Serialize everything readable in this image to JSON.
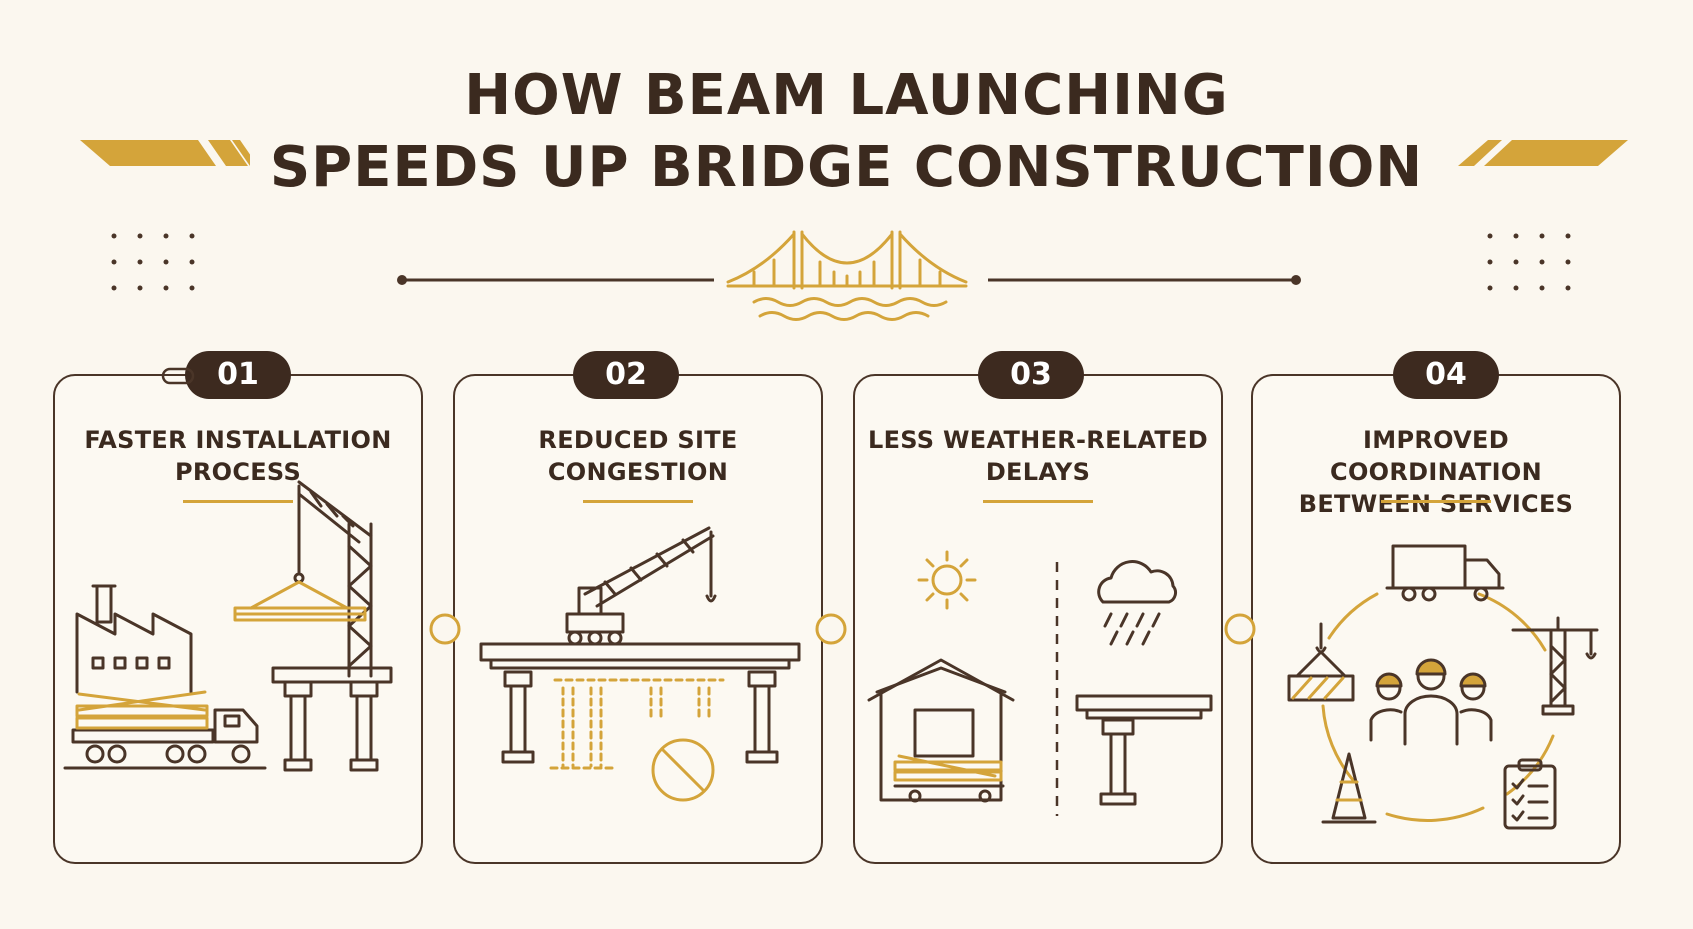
{
  "title": {
    "line1": "HOW BEAM LAUNCHING",
    "line2": "SPEEDS UP BRIDGE CONSTRUCTION"
  },
  "colors": {
    "background": "#fbf7ef",
    "dark_brown": "#3d2a1f",
    "gold": "#d4a43a"
  },
  "steps": [
    {
      "number": "01",
      "title_line1": "FASTER INSTALLATION",
      "title_line2": "PROCESS",
      "icon": "crane-factory-truck-icon"
    },
    {
      "number": "02",
      "title_line1": "REDUCED SITE",
      "title_line2": "CONGESTION",
      "icon": "crane-on-bridge-icon"
    },
    {
      "number": "03",
      "title_line1": "LESS WEATHER-RELATED",
      "title_line2": "DELAYS",
      "icon": "sun-rain-shelter-icon"
    },
    {
      "number": "04",
      "title_line1": "IMPROVED COORDINATION",
      "title_line2": "BETWEEN SERVICES",
      "icon": "team-coordination-icon"
    }
  ]
}
